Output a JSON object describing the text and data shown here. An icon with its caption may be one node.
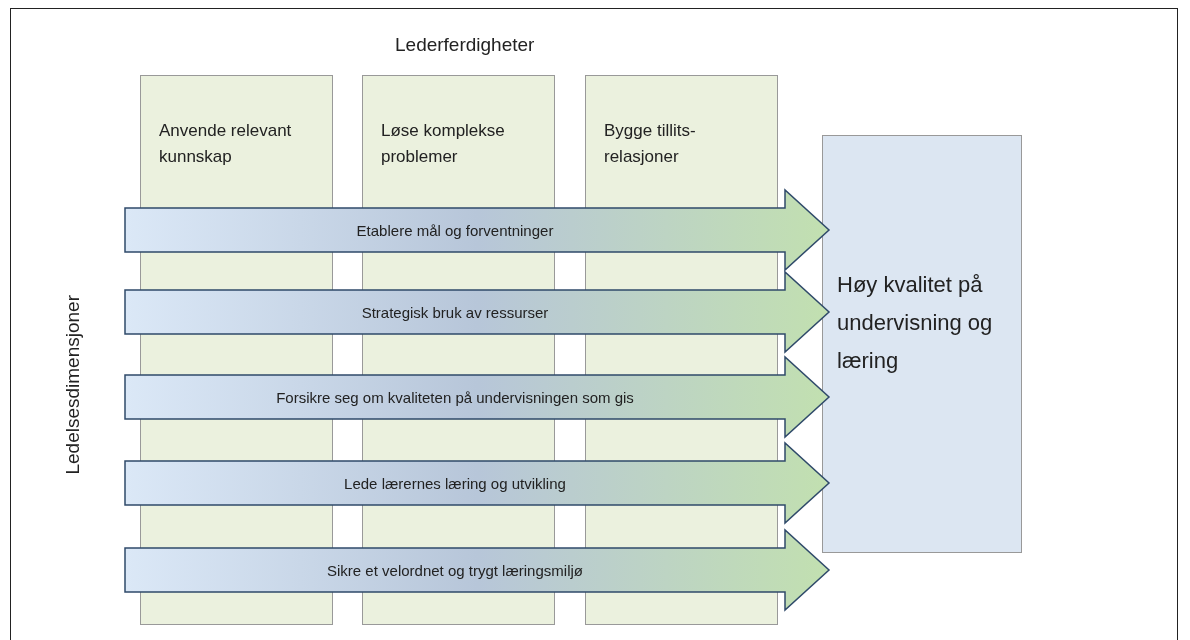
{
  "diagram": {
    "nodes": [
      {
        "text": [
          "Anvende relevant kunnskap"
        ]
      },
      {
        "text": [
          "Løse komplekse problemer"
        ]
      },
      {
        "text": [
          "Bygge tillits-relasjoner"
        ]
      },
      {
        "text": [
          "Høy kvalitet på undervisning og læring"
        ]
      },
      {
        "text": [
          "Etablere mål og forventninger"
        ]
      },
      {
        "text": [
          "Strategisk bruk av ressurser"
        ]
      },
      {
        "text": [
          "Forsikre seg om kvaliteten på undervisningen som gis"
        ]
      },
      {
        "text": [
          "Lede lærernes læring og utvikling"
        ]
      },
      {
        "text": [
          "Sikre et velordnet og trygt læringsmiljø"
        ]
      }
    ],
    "labels": [
      "Lederferdigheter",
      "Ledelsesdimensjoner"
    ]
  }
}
